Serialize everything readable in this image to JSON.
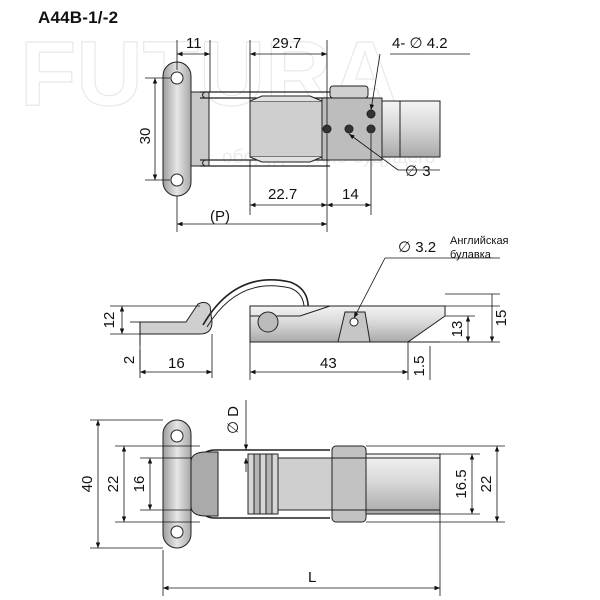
{
  "title": "A44B-1/-2",
  "watermark": {
    "brand": "FUTURA",
    "tagline": "оборудование будущего"
  },
  "top_view": {
    "dim_11": "11",
    "dim_29_7": "29.7",
    "dim_holes": "4- ∅ 4.2",
    "dim_30": "30",
    "dim_22_7": "22.7",
    "dim_14": "14",
    "dim_3": "∅ 3",
    "dim_p": "(P)"
  },
  "side_view": {
    "pin_dia": "∅ 3.2",
    "pin_note_1": "Английская",
    "pin_note_2": "булавка",
    "dim_12": "12",
    "dim_2": "2",
    "dim_16": "16",
    "dim_43": "43",
    "dim_1_5": "1.5",
    "dim_13": "13",
    "dim_15": "15"
  },
  "bottom_view": {
    "dim_d": "∅ D",
    "dim_40": "40",
    "dim_22": "22",
    "dim_16": "16",
    "dim_16_5": "16.5",
    "dim_22_right": "22",
    "dim_l": "L"
  }
}
